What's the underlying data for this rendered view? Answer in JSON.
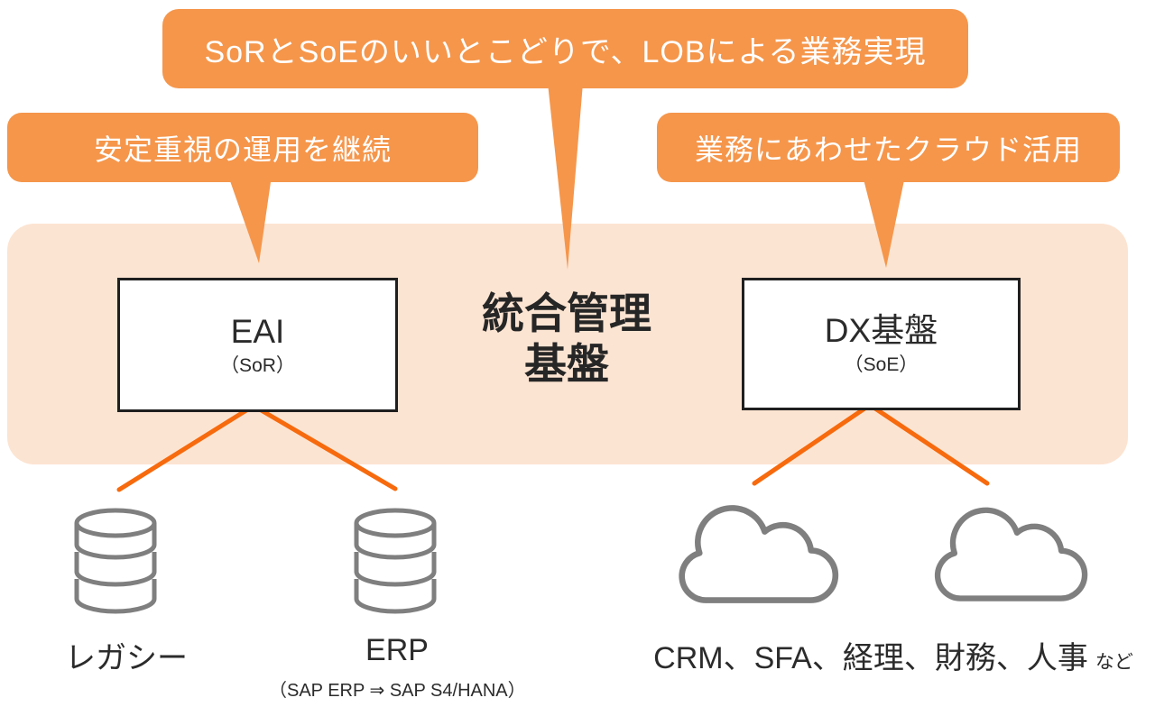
{
  "callouts": {
    "top": {
      "label": "SoRとSoEのいいとこどりで、LOBによる業務実現"
    },
    "left": {
      "label": "安定重視の運用を継続"
    },
    "right": {
      "label": "業務にあわせたクラウド活用"
    }
  },
  "platform": {
    "title_line1": "統合管理",
    "title_line2": "基盤",
    "left_box": {
      "title": "EAI",
      "subtitle": "（SoR）"
    },
    "right_box": {
      "title": "DX基盤",
      "subtitle": "（SoE）"
    }
  },
  "systems": {
    "legacy_label": "レガシー",
    "erp_label": "ERP",
    "erp_subtitle": "（SAP ERP ⇒ SAP S4/HANA）",
    "cloud_services_label": "CRM、SFA、経理、財務、人事",
    "cloud_services_suffix": "など"
  },
  "icons": {
    "legacy": "database-icon",
    "erp": "database-icon",
    "cloud_left": "cloud-icon",
    "cloud_right": "cloud-icon"
  },
  "colors": {
    "banner_orange": "#F5964B",
    "panel_peach": "#FCE4D2",
    "connector_orange": "#F76A0D",
    "icon_gray": "#7F7F7F",
    "box_border": "#1F1F1F",
    "text_dark": "#2B2B2B"
  }
}
